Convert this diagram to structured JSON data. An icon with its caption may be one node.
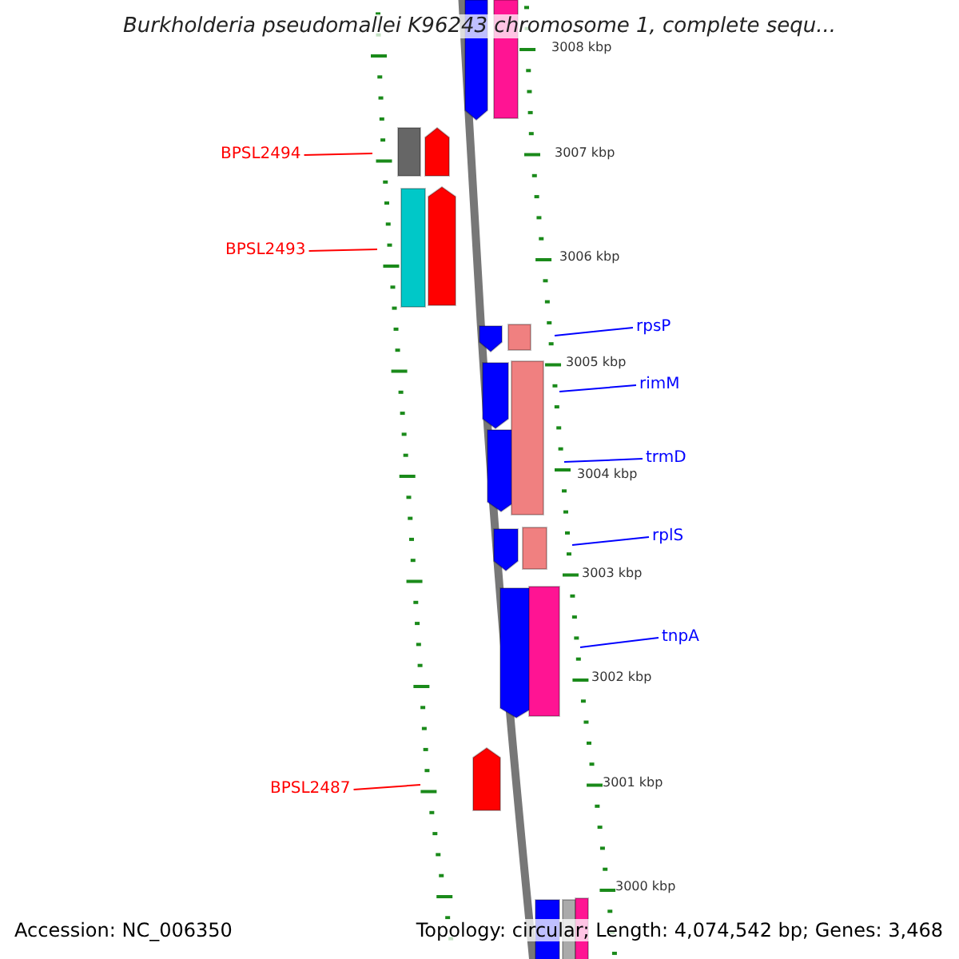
{
  "diagram": {
    "title": "Burkholderia pseudomallei K96243 chromosome 1, complete sequ...",
    "nodes": [
      {
        "text": [
          "BPSL2494"
        ]
      },
      {
        "text": [
          "BPSL2493"
        ]
      },
      {
        "text": [
          "rpsP"
        ]
      },
      {
        "text": [
          "rimM"
        ]
      },
      {
        "text": [
          "trmD"
        ]
      },
      {
        "text": [
          "rplS"
        ]
      },
      {
        "text": [
          "tnpA"
        ]
      },
      {
        "text": [
          "BPSL2487"
        ]
      }
    ],
    "edges": [
      {
        "from": 0,
        "to": null,
        "arrow": "none",
        "color": "#ff0000"
      },
      {
        "from": 1,
        "to": null,
        "arrow": "none",
        "color": "#ff0000"
      },
      {
        "from": 2,
        "to": null,
        "arrow": "none",
        "color": "#0000ff"
      },
      {
        "from": 3,
        "to": null,
        "arrow": "none",
        "color": "#0000ff"
      },
      {
        "from": 4,
        "to": null,
        "arrow": "none",
        "color": "#0000ff"
      },
      {
        "from": 5,
        "to": null,
        "arrow": "none",
        "color": "#0000ff"
      },
      {
        "from": 6,
        "to": null,
        "arrow": "none",
        "color": "#0000ff"
      },
      {
        "from": 7,
        "to": null,
        "arrow": "none",
        "color": "#ff0000"
      }
    ],
    "labels": [
      "3008 kbp",
      "3007 kbp",
      "3006 kbp",
      "3005 kbp",
      "3004 kbp",
      "3003 kbp",
      "3002 kbp",
      "3001 kbp",
      "3000 kbp",
      "Accession: NC_006350",
      "Topology: circular; Length: 4,074,542 bp; Genes: 3,468"
    ]
  }
}
